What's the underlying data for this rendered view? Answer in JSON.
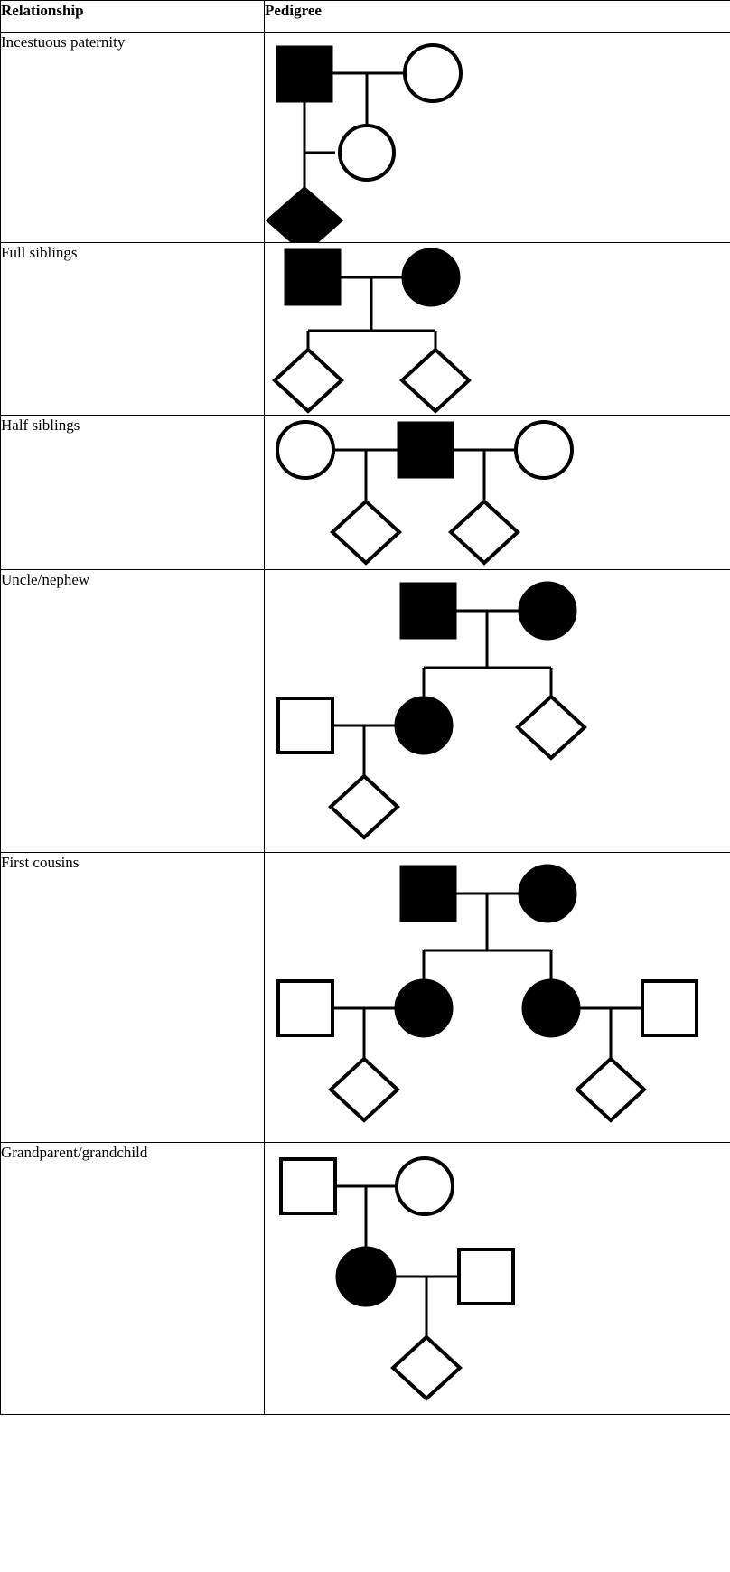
{
  "table": {
    "columns": [
      {
        "key": "relationship",
        "header": "Relationship"
      },
      {
        "key": "pedigree",
        "header": "Pedigree"
      }
    ],
    "rows": [
      {
        "relationship": "Incestuous paternity",
        "pedigree_description": "Affected male mated with unaffected female; their unaffected daughter mated back with the affected father producing an affected offspring of unknown sex",
        "symbols": [
          {
            "shape": "square",
            "fill": "filled",
            "role": "father"
          },
          {
            "shape": "circle",
            "fill": "open",
            "role": "mother"
          },
          {
            "shape": "circle",
            "fill": "open",
            "role": "daughter"
          },
          {
            "shape": "diamond",
            "fill": "filled",
            "role": "child"
          }
        ]
      },
      {
        "relationship": "Full siblings",
        "pedigree_description": "Affected male and affected female parents with two unaffected offspring of unknown sex",
        "symbols": [
          {
            "shape": "square",
            "fill": "filled",
            "role": "father"
          },
          {
            "shape": "circle",
            "fill": "filled",
            "role": "mother"
          },
          {
            "shape": "diamond",
            "fill": "open",
            "role": "sibling-1"
          },
          {
            "shape": "diamond",
            "fill": "open",
            "role": "sibling-2"
          }
        ]
      },
      {
        "relationship": "Half siblings",
        "pedigree_description": "One affected male mated with two unaffected females, each union producing one offspring of unknown sex",
        "symbols": [
          {
            "shape": "circle",
            "fill": "open",
            "role": "mother-left"
          },
          {
            "shape": "square",
            "fill": "filled",
            "role": "shared-father"
          },
          {
            "shape": "circle",
            "fill": "open",
            "role": "mother-right"
          },
          {
            "shape": "diamond",
            "fill": "open",
            "role": "half-sibling-1"
          },
          {
            "shape": "diamond",
            "fill": "open",
            "role": "half-sibling-2"
          }
        ]
      },
      {
        "relationship": "Uncle/nephew",
        "pedigree_description": "Affected couple with an affected daughter and an unaffected offspring; the daughter mated with an unaffected male producing one offspring",
        "symbols": [
          {
            "shape": "square",
            "fill": "filled",
            "role": "grandfather"
          },
          {
            "shape": "circle",
            "fill": "filled",
            "role": "grandmother"
          },
          {
            "shape": "circle",
            "fill": "filled",
            "role": "daughter"
          },
          {
            "shape": "diamond",
            "fill": "open",
            "role": "uncle"
          },
          {
            "shape": "square",
            "fill": "open",
            "role": "daughter-partner"
          },
          {
            "shape": "diamond",
            "fill": "open",
            "role": "nephew"
          }
        ]
      },
      {
        "relationship": "First cousins",
        "pedigree_description": "Affected couple with two affected daughters; each daughter mated with an unaffected male producing one offspring each",
        "symbols": [
          {
            "shape": "square",
            "fill": "filled",
            "role": "grandfather"
          },
          {
            "shape": "circle",
            "fill": "filled",
            "role": "grandmother"
          },
          {
            "shape": "circle",
            "fill": "filled",
            "role": "daughter-left"
          },
          {
            "shape": "circle",
            "fill": "filled",
            "role": "daughter-right"
          },
          {
            "shape": "square",
            "fill": "open",
            "role": "partner-left"
          },
          {
            "shape": "square",
            "fill": "open",
            "role": "partner-right"
          },
          {
            "shape": "diamond",
            "fill": "open",
            "role": "cousin-1"
          },
          {
            "shape": "diamond",
            "fill": "open",
            "role": "cousin-2"
          }
        ]
      },
      {
        "relationship": "Grandparent/grandchild",
        "pedigree_description": "Unaffected couple with an affected daughter; the daughter mated with an unaffected male producing one offspring",
        "symbols": [
          {
            "shape": "square",
            "fill": "open",
            "role": "grandfather"
          },
          {
            "shape": "circle",
            "fill": "open",
            "role": "grandmother"
          },
          {
            "shape": "circle",
            "fill": "filled",
            "role": "daughter"
          },
          {
            "shape": "square",
            "fill": "open",
            "role": "daughter-partner"
          },
          {
            "shape": "diamond",
            "fill": "open",
            "role": "grandchild"
          }
        ]
      }
    ]
  },
  "style": {
    "stroke_color": "#000000",
    "fill_affected": "#000000",
    "fill_unaffected": "#ffffff",
    "border_color": "#000000"
  }
}
